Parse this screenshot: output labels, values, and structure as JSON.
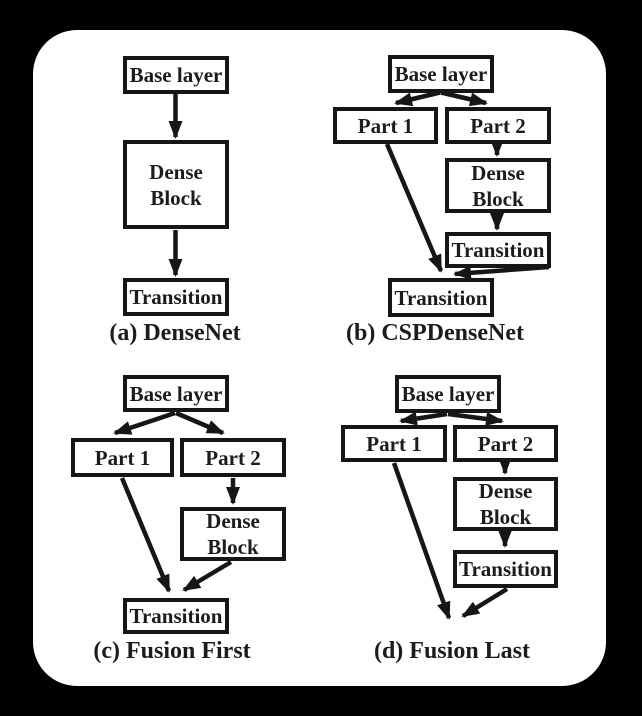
{
  "figure": {
    "colors": {
      "background": "#000000",
      "sheet": "#ffffff",
      "ink": "#161616"
    },
    "diagrams": {
      "a": {
        "caption": "(a) DenseNet",
        "nodes": {
          "base": "Base layer",
          "dense": "Dense Block",
          "transition": "Transition"
        }
      },
      "b": {
        "caption": "(b) CSPDenseNet",
        "nodes": {
          "base": "Base layer",
          "part1": "Part 1",
          "part2": "Part 2",
          "dense": "Dense Block",
          "transition1": "Transition",
          "transition2": "Transition"
        }
      },
      "c": {
        "caption": "(c) Fusion First",
        "nodes": {
          "base": "Base layer",
          "part1": "Part 1",
          "part2": "Part 2",
          "dense": "Dense Block",
          "transition": "Transition"
        }
      },
      "d": {
        "caption": "(d) Fusion Last",
        "nodes": {
          "base": "Base layer",
          "part1": "Part 1",
          "part2": "Part 2",
          "dense": "Dense Block",
          "transition": "Transition"
        }
      }
    }
  }
}
